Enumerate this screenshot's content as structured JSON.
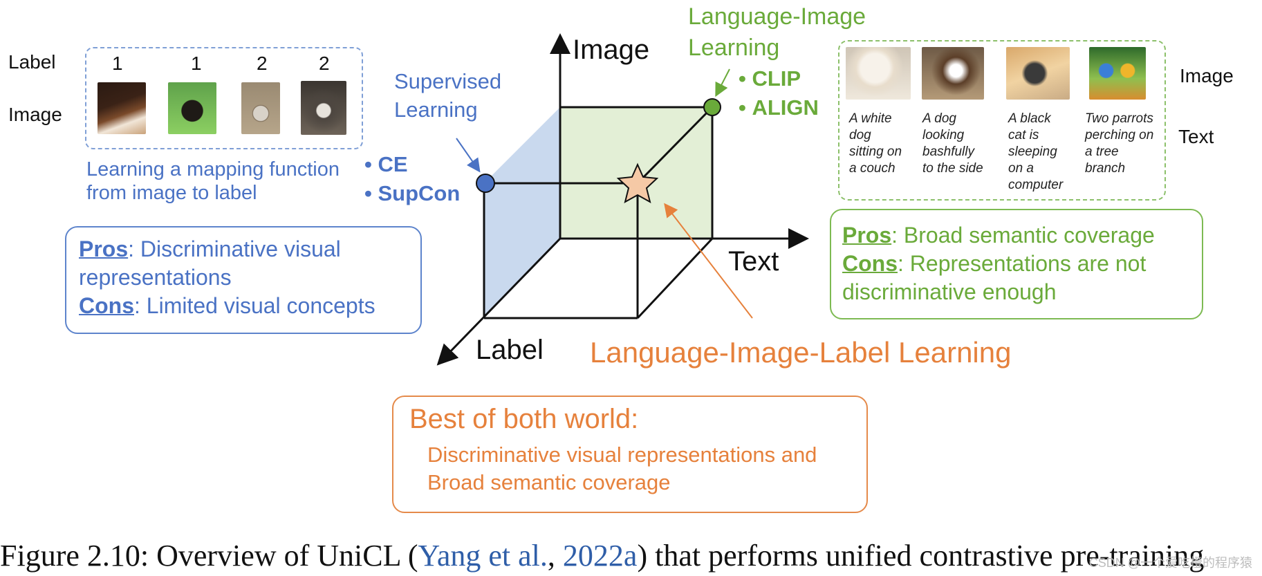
{
  "left_panel": {
    "row_label": "Label",
    "row_image": "Image",
    "labels": [
      "1",
      "1",
      "2",
      "2"
    ],
    "mapping_text_line1": "Learning a mapping function",
    "mapping_text_line2": "from image to label",
    "pros_label": "Pros",
    "pros_text_line1": ": Discriminative visual",
    "pros_text_line2": "representations",
    "cons_label": "Cons",
    "cons_text": ": Limited visual concepts"
  },
  "supervised": {
    "title_line1": "Supervised",
    "title_line2": "Learning",
    "methods": [
      "CE",
      "SupCon"
    ]
  },
  "cube": {
    "axis_image": "Image",
    "axis_text": "Text",
    "axis_label": "Label"
  },
  "language_image": {
    "title_line1": "Language-Image",
    "title_line2": "Learning",
    "methods": [
      "CLIP",
      "ALIGN"
    ]
  },
  "right_panel": {
    "row_image": "Image",
    "row_text": "Text",
    "captions": [
      [
        "A white",
        "dog",
        "sitting on",
        "a couch"
      ],
      [
        "A dog",
        "looking",
        "bashfully",
        "to the side"
      ],
      [
        "A black",
        "cat is",
        "sleeping",
        "on a",
        "computer"
      ],
      [
        "Two parrots",
        "perching on",
        "a tree",
        "branch"
      ]
    ],
    "pros_label": "Pros",
    "pros_text": ": Broad semantic coverage",
    "cons_label": "Cons",
    "cons_text": ": Representations are not",
    "cons_text_line2": "discriminative enough"
  },
  "unicl": {
    "title": "Language-Image-Label Learning",
    "best_title": "Best of both world:",
    "best_line1": "Discriminative visual representations and",
    "best_line2": "Broad semantic coverage"
  },
  "caption": {
    "prefix": "Figure 2.10: Overview of UniCL (",
    "cite_author": "Yang et al.",
    "sep": ", ",
    "cite_year": "2022a",
    "suffix": ") that performs unified contrastive pre-training"
  },
  "watermark": "CSDN @一个爱吃橙的程序猿",
  "colors": {
    "blue": "#4a72c4",
    "green": "#6aaa3a",
    "orange": "#e6813c",
    "blue_face": "#c9d9ee",
    "green_face": "#e3efd6"
  }
}
